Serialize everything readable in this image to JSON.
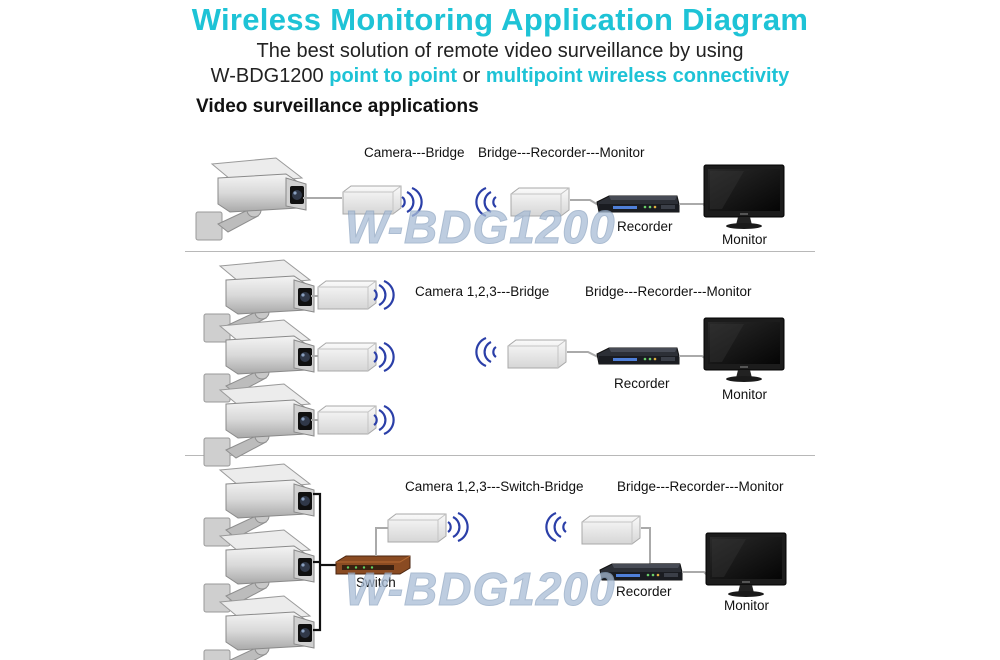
{
  "header": {
    "title": "Wireless Monitoring Application Diagram",
    "subtitle_line1": "The best solution of remote video surveillance by using",
    "subtitle_model": "W-BDG1200",
    "subtitle_p2p": "point to point",
    "subtitle_or": "or",
    "subtitle_mp": "multipoint wireless connectivity",
    "section_title": "Video surveillance applications"
  },
  "scenario1": {
    "label_left": "Camera---Bridge",
    "label_right": "Bridge---Recorder---Monitor",
    "recorder": "Recorder",
    "monitor": "Monitor"
  },
  "scenario2": {
    "label_left": "Camera 1,2,3---Bridge",
    "label_right": "Bridge---Recorder---Monitor",
    "recorder": "Recorder",
    "monitor": "Monitor"
  },
  "scenario3": {
    "label_left": "Camera 1,2,3---Switch-Bridge",
    "label_right": "Bridge---Recorder---Monitor",
    "switch": "Switch",
    "recorder": "Recorder",
    "monitor": "Monitor"
  },
  "watermark": "W-BDG1200",
  "colors": {
    "accent": "#1ec3d6",
    "signal": "#2b3fa8"
  }
}
